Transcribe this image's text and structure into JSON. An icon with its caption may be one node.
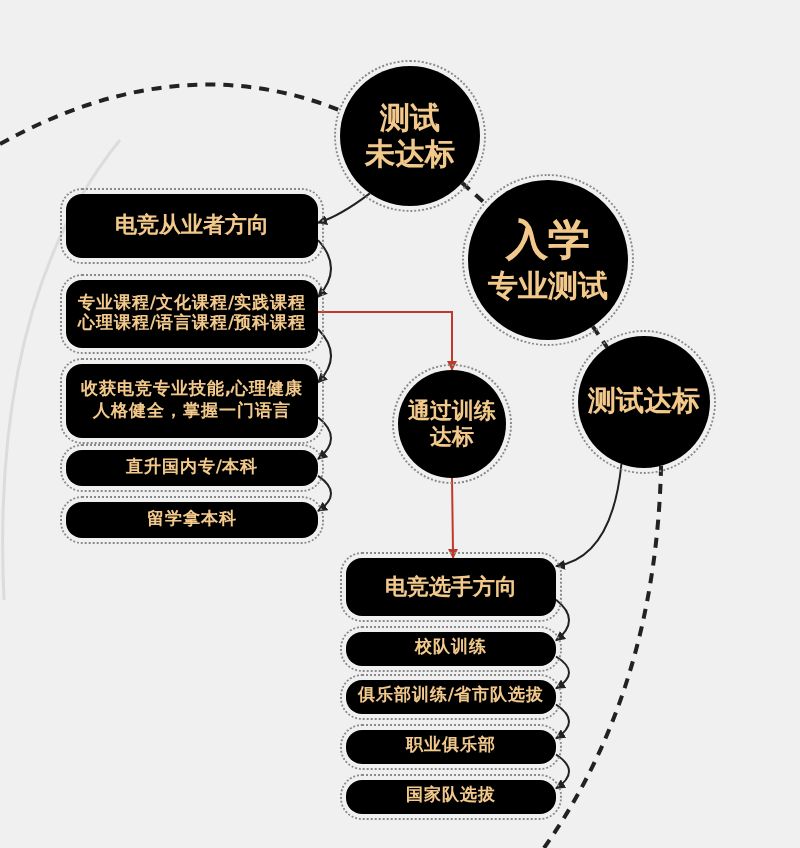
{
  "diagram": {
    "nodes": [
      {
        "text": [
          "测试未达标"
        ]
      },
      {
        "text": [
          "入学",
          "专业测试"
        ]
      },
      {
        "text": [
          "测试达标"
        ]
      },
      {
        "text": [
          "通过训练达标"
        ]
      },
      {
        "text": [
          "电竞从业者方向"
        ]
      },
      {
        "text": [
          "专业课程/文化课程/实践课程心理课程/语言课程/预科课程"
        ]
      },
      {
        "text": [
          "收获电竞专业技能,心理健康人格健全，掌握一门语言"
        ]
      },
      {
        "text": [
          "直升国内专/本科"
        ]
      },
      {
        "text": [
          "留学拿本科"
        ]
      },
      {
        "text": [
          "电竞选手方向"
        ]
      },
      {
        "text": [
          "校队训练"
        ]
      },
      {
        "text": [
          "俱乐部训练/省市队选拔"
        ]
      },
      {
        "text": [
          "职业俱乐部"
        ]
      },
      {
        "text": [
          "国家队选拔"
        ]
      }
    ],
    "edges": [
      {
        "from": null,
        "to": 0,
        "arrow": "none",
        "style": "dashed"
      },
      {
        "from": 0,
        "to": 1,
        "arrow": "none",
        "style": "dashed"
      },
      {
        "from": 1,
        "to": 2,
        "arrow": "none",
        "style": "dashed"
      },
      {
        "from": 2,
        "to": null,
        "arrow": "none",
        "style": "dashed"
      },
      {
        "from": 0,
        "to": 4,
        "arrow": "to"
      },
      {
        "from": 2,
        "to": 9,
        "arrow": "to"
      },
      {
        "from": 5,
        "to": 3,
        "arrow": "to",
        "color": "#c0392b"
      },
      {
        "from": 3,
        "to": 9,
        "arrow": "to",
        "color": "#c0392b"
      },
      {
        "from": 4,
        "to": 5,
        "arrow": "to"
      },
      {
        "from": 5,
        "to": 6,
        "arrow": "to"
      },
      {
        "from": 6,
        "to": 7,
        "arrow": "to"
      },
      {
        "from": 7,
        "to": 8,
        "arrow": "to"
      },
      {
        "from": 9,
        "to": 10,
        "arrow": "to"
      },
      {
        "from": 10,
        "to": 11,
        "arrow": "to"
      },
      {
        "from": 11,
        "to": 12,
        "arrow": "to"
      },
      {
        "from": 12,
        "to": 13,
        "arrow": "to"
      }
    ]
  }
}
